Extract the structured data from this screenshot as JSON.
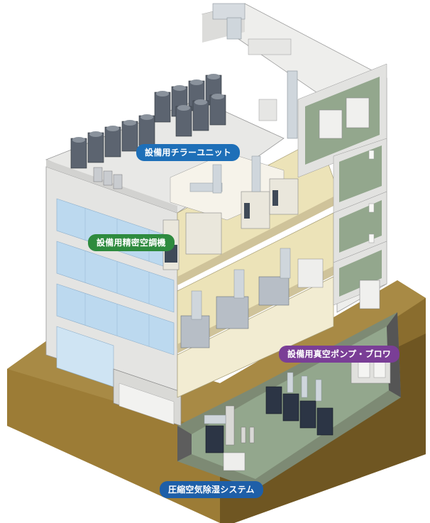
{
  "labels": {
    "chiller": "設備用チラーユニット",
    "precision_ac": "設備用精密空調機",
    "vacuum_pump": "設備用真空ポンプ・ブロワ",
    "air_dryer": "圧縮空気除湿システム"
  },
  "colors": {
    "label_blue": "#1e6fb8",
    "label_green": "#2e8b3e",
    "label_purple": "#7a3e96",
    "earth": "#8a6d2e",
    "floor_beige": "#ece3b8",
    "floor_green": "#8fa889",
    "wall_gray": "#e4e4e2",
    "glass_blue": "#bcd9ef",
    "machine_dark": "#4b5563"
  }
}
